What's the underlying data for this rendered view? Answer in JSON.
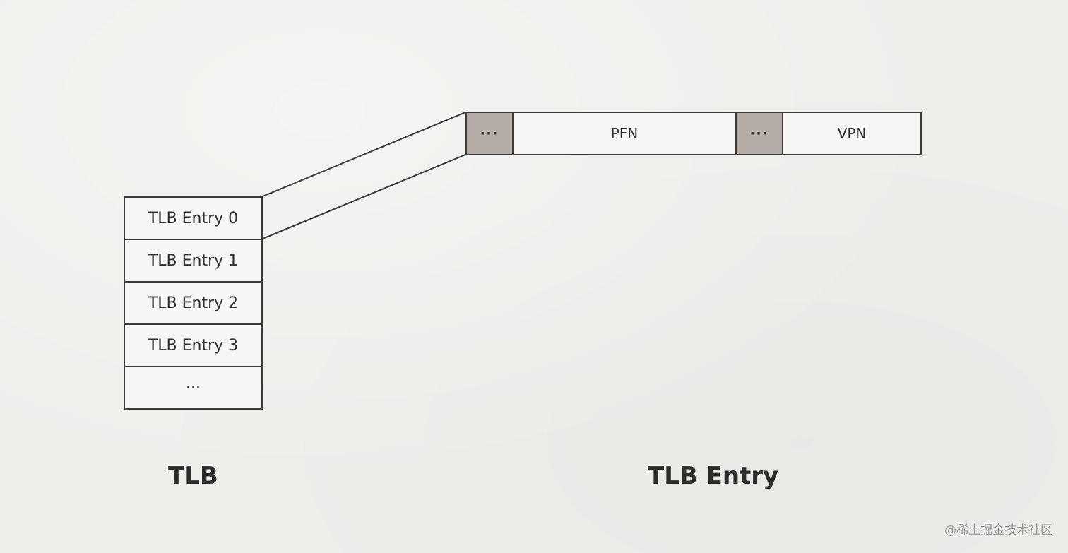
{
  "tlb": {
    "rows": [
      "TLB Entry 0",
      "TLB Entry 1",
      "TLB Entry 2",
      "TLB Entry 3",
      "···"
    ],
    "caption": "TLB"
  },
  "entry": {
    "fields": [
      "···",
      "PFN",
      "···",
      "VPN"
    ],
    "caption": "TLB Entry"
  },
  "colors": {
    "flag_fill": "#b4aca5",
    "stroke": "#3a3a3a",
    "background": "#efeeeb"
  },
  "watermark": "@稀土掘金技术社区"
}
